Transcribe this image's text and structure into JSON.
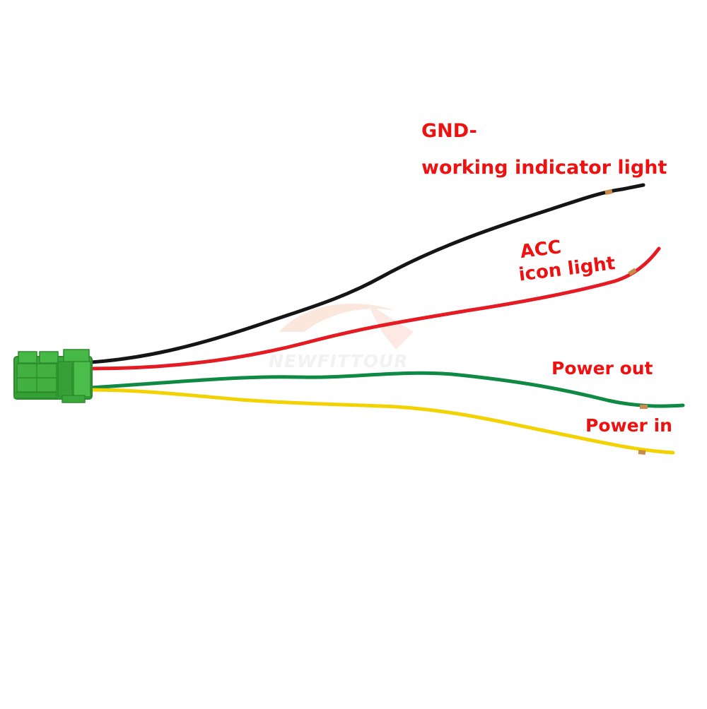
{
  "labels": {
    "gnd": "GND-",
    "working_indicator": "working indicator light",
    "acc": "ACC",
    "icon_light": "icon light",
    "power_out": "Power out",
    "power_in": "Power in"
  },
  "watermark": {
    "text": "NEWFITTOUR"
  },
  "colors": {
    "label_text": "#ee1111",
    "connector": "#3aa83a",
    "wire_black": "#151515",
    "wire_red": "#e41b23",
    "wire_green": "#0f8a45",
    "wire_yellow": "#f2d200",
    "stripped_tip": "#c98a4a"
  },
  "wires": [
    {
      "name": "black",
      "color": "#151515"
    },
    {
      "name": "red",
      "color": "#e41b23"
    },
    {
      "name": "green",
      "color": "#0f8a45"
    },
    {
      "name": "yellow",
      "color": "#f2d200"
    }
  ]
}
